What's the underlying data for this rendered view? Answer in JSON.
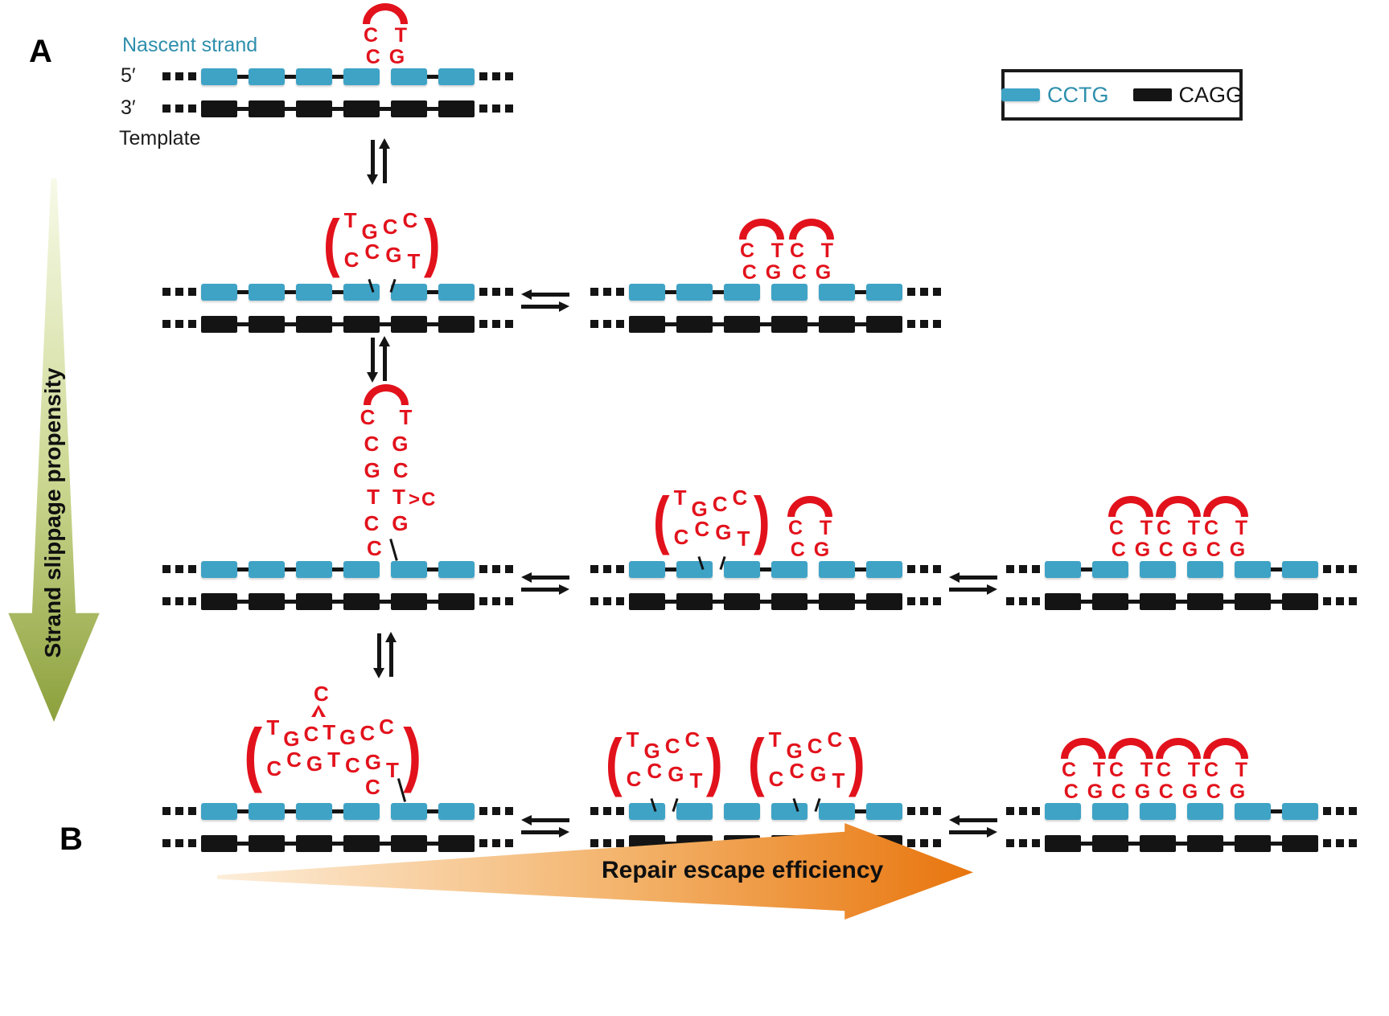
{
  "panel_a_label": "A",
  "panel_b_label": "B",
  "labels": {
    "nascent_strand": "Nascent strand",
    "five_prime": "5′",
    "three_prime": "3′",
    "template": "Template"
  },
  "legend": {
    "cctg": "CCTG",
    "cagg": "CAGG"
  },
  "axis_arrows": {
    "vertical_label": "Strand slippage propensity",
    "horizontal_label": "Repair escape efficiency"
  },
  "motifs": {
    "hairpin_top": "CT",
    "hairpin_bottom": "CG",
    "loop_paren_open": "(",
    "loop_paren_close": ")",
    "loop_top": "TGCC",
    "loop_bottom": "CCGT",
    "stem_pairs": [
      "CT",
      "CG",
      "GC",
      "TT",
      "CG"
    ],
    "stem_bulge": ">C",
    "stem_tail": "C",
    "big_loop_top": "TGCTGCC",
    "big_loop_bottom": "CCGTCGT",
    "big_loop_bulge": "C",
    "big_loop_tail": "C"
  },
  "colors": {
    "cctg_blue": "#3FA3C6",
    "cagg_black": "#141414",
    "motif_red": "#E2121C",
    "nascent_label_teal": "#2E8FAC",
    "slippage_arrow_green": "#8CA03C",
    "repair_arrow_orange": "#E8750D"
  }
}
